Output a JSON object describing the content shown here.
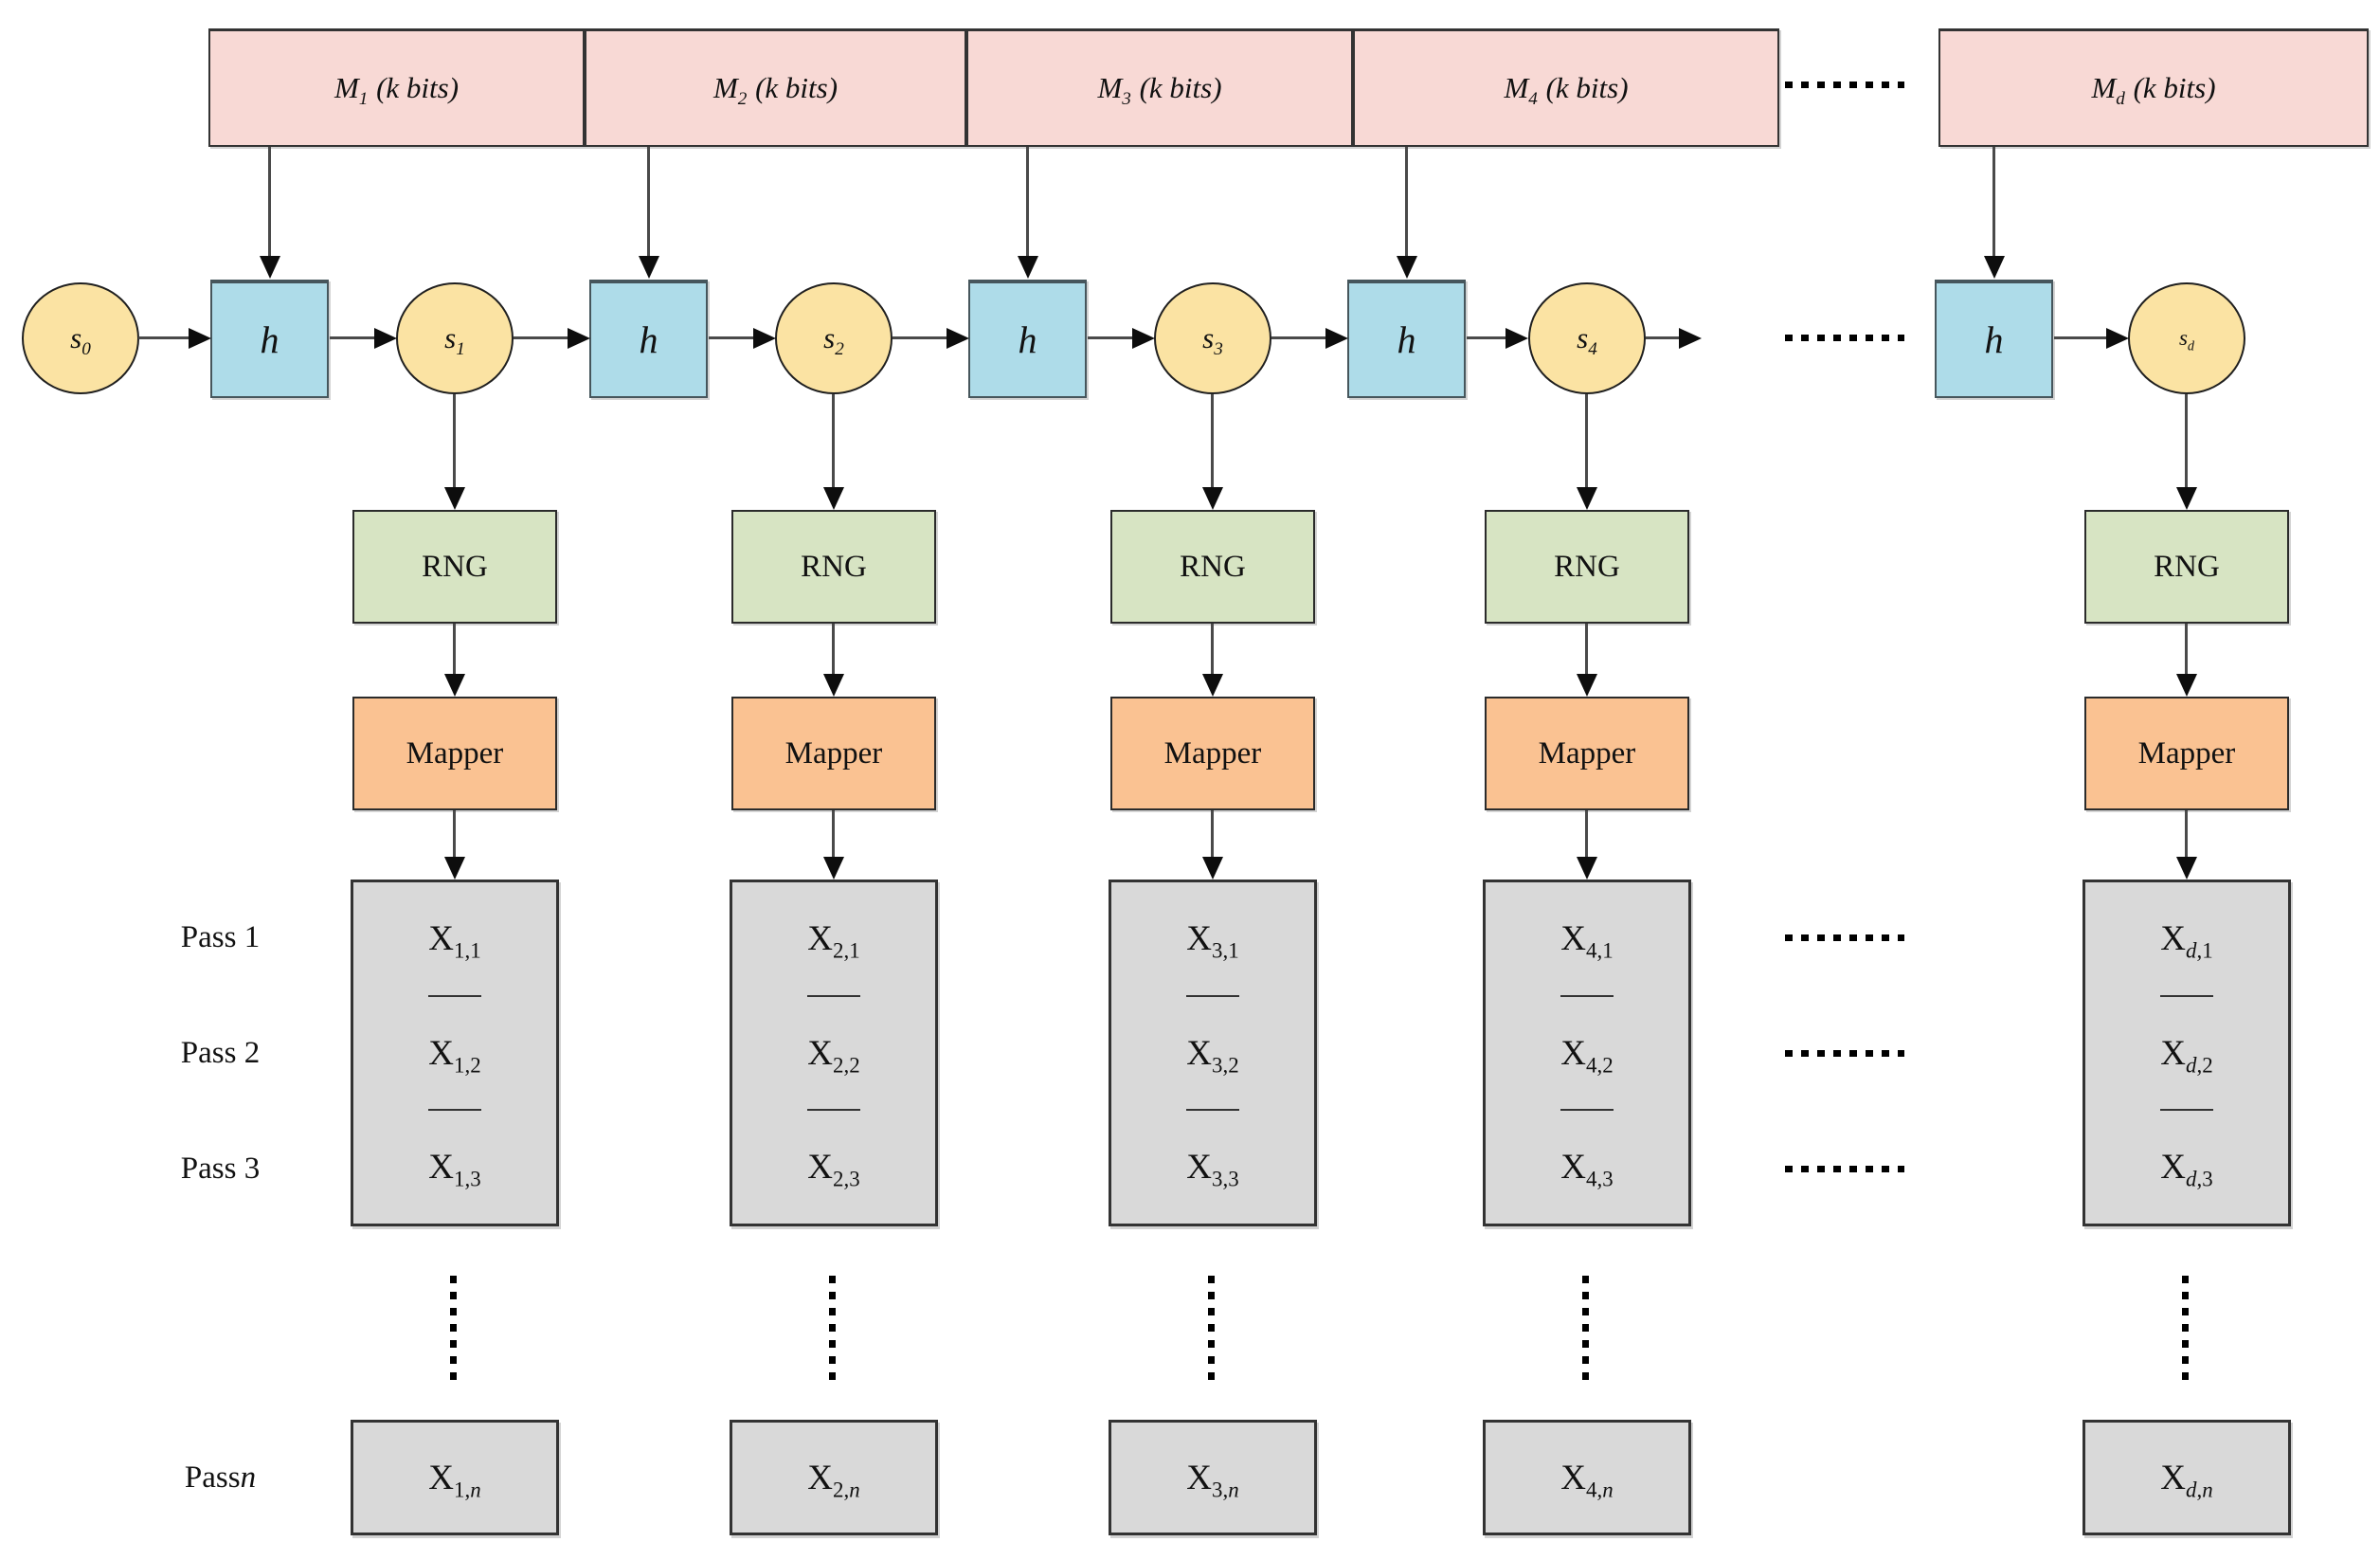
{
  "colors": {
    "pink": "#f8d9d5",
    "blue": "#aedce9",
    "yellow": "#fbe3a3",
    "green": "#d7e4c3",
    "orange": "#fac292",
    "gray": "#d9d9d9"
  },
  "message_blocks": [
    {
      "base": "M",
      "sub": "1",
      "rest": "(k bits)"
    },
    {
      "base": "M",
      "sub": "2",
      "rest": "(k bits)"
    },
    {
      "base": "M",
      "sub": "3",
      "rest": "(k bits)"
    },
    {
      "base": "M",
      "sub": "4",
      "rest": "(k bits)"
    },
    {
      "base": "M",
      "sub": "d",
      "rest": "(k bits)"
    }
  ],
  "hash_label": "h",
  "rng_label": "RNG",
  "mapper_label": "Mapper",
  "cell_base": "X",
  "states": [
    {
      "base": "s",
      "sub": "0"
    },
    {
      "base": "s",
      "sub": "1"
    },
    {
      "base": "s",
      "sub": "2"
    },
    {
      "base": "s",
      "sub": "3"
    },
    {
      "base": "s",
      "sub": "4"
    },
    {
      "base": "s",
      "sub": "d"
    }
  ],
  "columns": [
    {
      "cells": [
        [
          {
            "t": "1,1"
          }
        ],
        [
          {
            "t": "1,2"
          }
        ],
        [
          {
            "t": "1,3"
          }
        ]
      ],
      "cell_n": [
        {
          "t": "1,"
        },
        {
          "t": "n",
          "i": true
        }
      ]
    },
    {
      "cells": [
        [
          {
            "t": "2,1"
          }
        ],
        [
          {
            "t": "2,2"
          }
        ],
        [
          {
            "t": "2,3"
          }
        ]
      ],
      "cell_n": [
        {
          "t": "2,"
        },
        {
          "t": "n",
          "i": true
        }
      ]
    },
    {
      "cells": [
        [
          {
            "t": "3,1"
          }
        ],
        [
          {
            "t": "3,2"
          }
        ],
        [
          {
            "t": "3,3"
          }
        ]
      ],
      "cell_n": [
        {
          "t": "3,"
        },
        {
          "t": "n",
          "i": true
        }
      ]
    },
    {
      "cells": [
        [
          {
            "t": "4,1"
          }
        ],
        [
          {
            "t": "4,2"
          }
        ],
        [
          {
            "t": "4,3"
          }
        ]
      ],
      "cell_n": [
        {
          "t": "4,"
        },
        {
          "t": "n",
          "i": true
        }
      ]
    },
    {
      "cells": [
        [
          {
            "t": "d",
            "i": true
          },
          {
            "t": ",1"
          }
        ],
        [
          {
            "t": "d",
            "i": true
          },
          {
            "t": ",2"
          }
        ],
        [
          {
            "t": "d",
            "i": true
          },
          {
            "t": ",3"
          }
        ]
      ],
      "cell_n": [
        {
          "t": "d",
          "i": true
        },
        {
          "t": ","
        },
        {
          "t": "n",
          "i": true
        }
      ]
    }
  ],
  "pass_labels": [
    [
      {
        "t": "Pass 1"
      }
    ],
    [
      {
        "t": "Pass 2"
      }
    ],
    [
      {
        "t": "Pass 3"
      }
    ],
    [
      {
        "t": "Pass "
      },
      {
        "t": "n",
        "i": true
      }
    ]
  ]
}
